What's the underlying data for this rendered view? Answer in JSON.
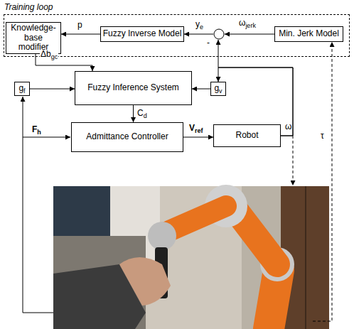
{
  "diagram": {
    "nodes": [
      {
        "text": [
          "Training loop"
        ]
      },
      {
        "text": [
          "Knowledge-base modifier"
        ],
        "in": 0
      },
      {
        "text": [
          "Fuzzy Inverse Model"
        ],
        "in": 0
      },
      {
        "text": [
          "-"
        ],
        "in": 0
      },
      {
        "text": [
          "Min. Jerk Model"
        ],
        "in": 0
      },
      {
        "text": [
          "gf"
        ]
      },
      {
        "text": [
          "Fuzzy Inference System"
        ]
      },
      {
        "text": [
          "gv"
        ]
      },
      {
        "text": [
          "Admittance Controller"
        ]
      },
      {
        "text": [
          "Robot"
        ]
      }
    ],
    "edges": [
      {
        "from": 2,
        "to": 1,
        "arrow": "to",
        "label": "p"
      },
      {
        "from": 3,
        "to": 2,
        "arrow": "to",
        "label": "ye"
      },
      {
        "from": 4,
        "to": 3,
        "arrow": "to",
        "label": "ωjerk"
      },
      {
        "from": 1,
        "to": 6,
        "arrow": "to",
        "label": "Δbgc"
      },
      {
        "from": 5,
        "to": 6,
        "arrow": "to"
      },
      {
        "from": 7,
        "to": 6,
        "arrow": "to"
      },
      {
        "from": 6,
        "to": 8,
        "arrow": "to",
        "label": "Cd"
      },
      {
        "from": 8,
        "to": 9,
        "arrow": "to",
        "label": "Vref"
      },
      {
        "from": 9,
        "to": 7,
        "arrow": "to",
        "label": "ω"
      },
      {
        "from": 9,
        "to": 3,
        "arrow": "to"
      }
    ],
    "labels": [
      "Fh",
      "τ"
    ]
  }
}
